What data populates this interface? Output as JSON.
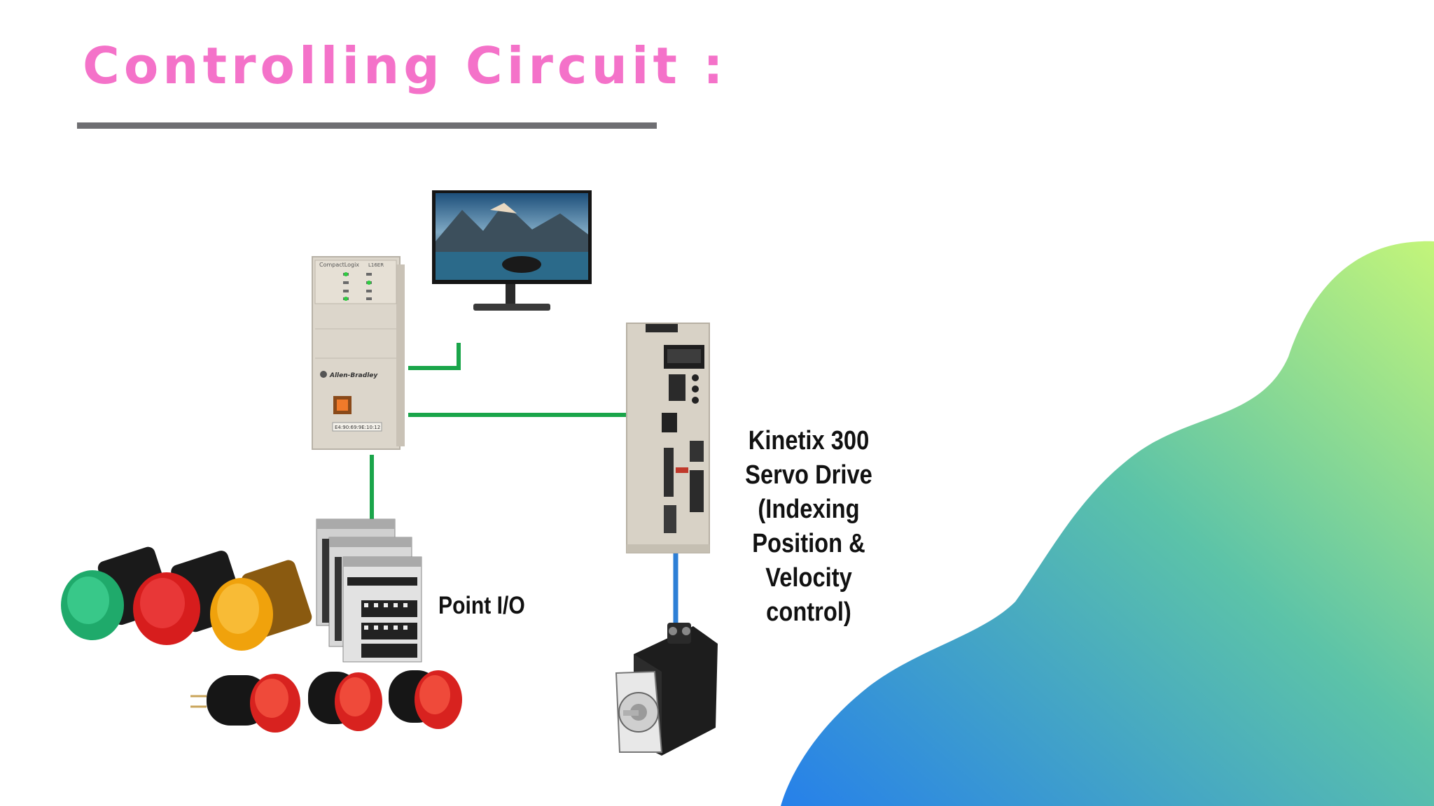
{
  "slide": {
    "title": "Controlling Circuit :"
  },
  "diagram": {
    "nodes": [
      {
        "id": "plc",
        "icon": "compactlogix-plc-icon",
        "printed_text": [
          "CompactLogix",
          "L16ER",
          "Allen-Bradley",
          "E4:90:69:9E:10:12"
        ]
      },
      {
        "id": "monitor",
        "icon": "monitor-icon"
      },
      {
        "id": "point-io",
        "icon": "point-io-module-icon"
      },
      {
        "id": "servo-drive",
        "icon": "servo-drive-icon"
      },
      {
        "id": "servo-motor",
        "icon": "servo-motor-icon"
      },
      {
        "id": "pilot-lamps",
        "icon": "pilot-lamp-icon",
        "colors": [
          "#1faa6b",
          "#d71d1d",
          "#f0a20c"
        ]
      },
      {
        "id": "push-buttons",
        "icon": "push-button-icon",
        "count": 3
      }
    ],
    "links": [
      {
        "from": "plc",
        "to": "monitor",
        "color": "#1aa54a"
      },
      {
        "from": "plc",
        "to": "servo-drive",
        "color": "#1aa54a"
      },
      {
        "from": "plc",
        "to": "point-io",
        "color": "#1aa54a"
      },
      {
        "from": "servo-drive",
        "to": "servo-motor",
        "color": "#2d7fd6"
      }
    ],
    "labels": {
      "point_io": "Point I/O",
      "drive_lines": [
        "Kinetix 300",
        "Servo Drive",
        "(Indexing",
        "Position &",
        "Velocity",
        "control)"
      ]
    }
  },
  "theme": {
    "title_color": "#f472c9",
    "rule_color": "#6e6e72",
    "blob_gradient": [
      "#b9f27a",
      "#4fbfb0",
      "#2a86e6"
    ]
  }
}
